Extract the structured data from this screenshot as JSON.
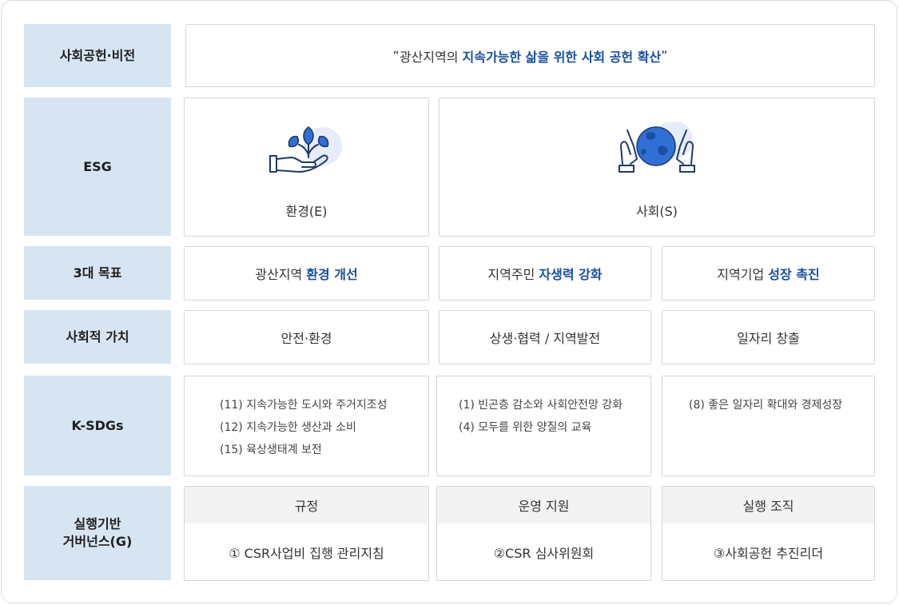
{
  "rows": {
    "vision": {
      "label": "사회공헌·비전",
      "open_quote": "“",
      "text_plain": "광산지역의 ",
      "text_highlight": "지속가능한 삶을 위한 사회 공헌 확산",
      "close_quote": "”"
    },
    "esg": {
      "label": "ESG",
      "environment": {
        "label": "환경(E)",
        "icon": "plant-in-hand-icon"
      },
      "social": {
        "label": "사회(S)",
        "icon": "globe-in-hands-icon"
      }
    },
    "goals": {
      "label": "3대 목표",
      "items": [
        {
          "plain": "광산지역 ",
          "highlight": "환경 개선"
        },
        {
          "plain": "지역주민 ",
          "highlight": "자생력 강화"
        },
        {
          "plain": "지역기업 ",
          "highlight": "성장 촉진"
        }
      ]
    },
    "values": {
      "label": "사회적 가치",
      "items": [
        "안전·환경",
        "상생·협력 / 지역발전",
        "일자리 창출"
      ]
    },
    "ksdgs": {
      "label": "K-SDGs",
      "columns": [
        [
          "(11) 지속가능한 도시와 주거지조성",
          "(12) 지속가능한 생산과 소비",
          "(15) 육상생태계 보전"
        ],
        [
          "(1) 빈곤층 감소와 사회안전망 강화",
          "(4) 모두를 위한 양질의 교육"
        ],
        [
          "(8) 좋은 일자리 확대와 경제성장"
        ]
      ]
    },
    "governance": {
      "label_line1": "실행기반",
      "label_line2": "거버넌스(G)",
      "items": [
        {
          "head": "규정",
          "body": "① CSR사업비 집행 관리지침"
        },
        {
          "head": "운영 지원",
          "body": "②CSR 심사위원회"
        },
        {
          "head": "실행 조직",
          "body": "③사회공헌 추진리더"
        }
      ]
    }
  },
  "colors": {
    "label_bg": "#d7e5f3",
    "highlight": "#1a4fa0",
    "icon_blue": "#2f6fd6",
    "icon_circle": "#e6ecfa"
  }
}
